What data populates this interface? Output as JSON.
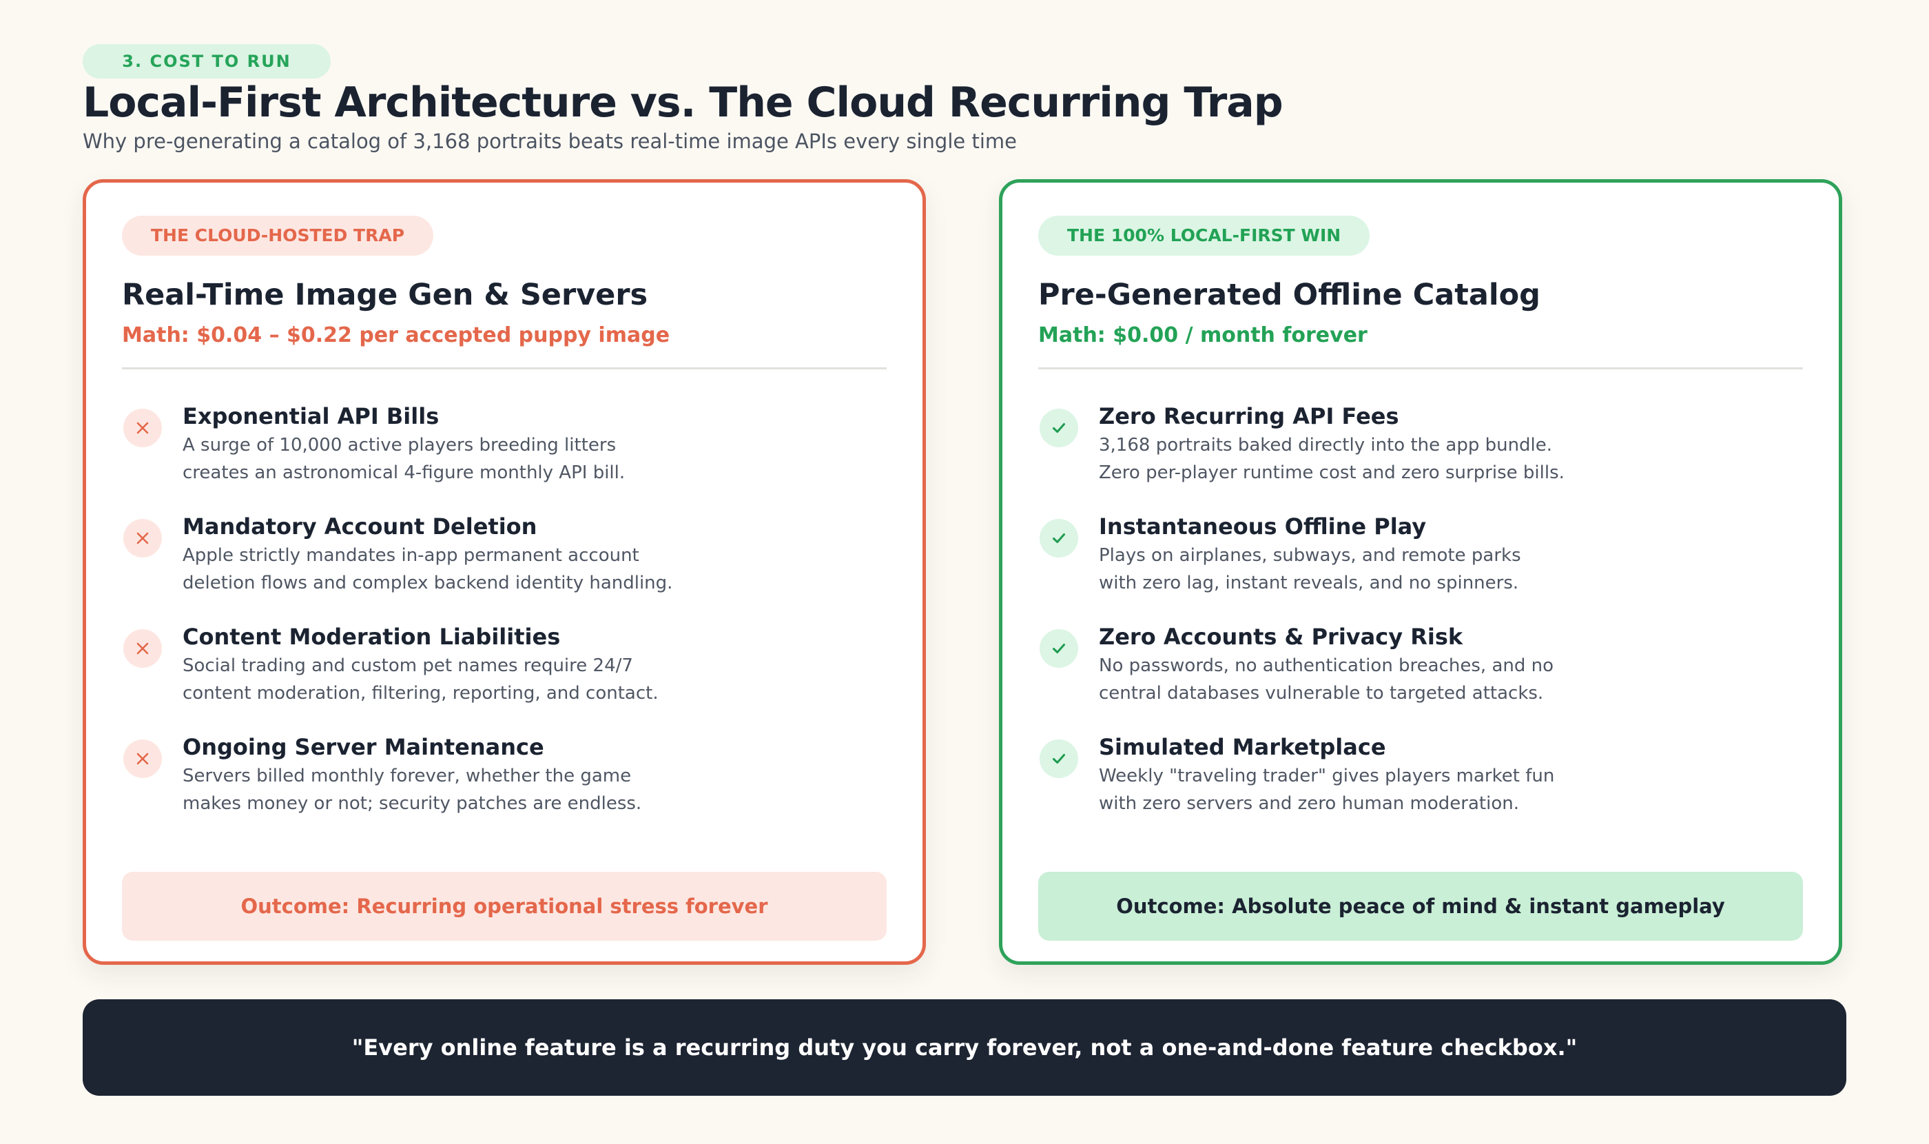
{
  "header": {
    "section_label": "3. COST TO RUN",
    "title": "Local-First Architecture vs. The Cloud Recurring Trap",
    "subtitle": "Why pre-generating a catalog of 3,168 portraits beats real-time image APIs every single time"
  },
  "cloud_card": {
    "tag": "THE CLOUD-HOSTED TRAP",
    "heading": "Real-Time Image Gen & Servers",
    "math": "Math: $0.04 – $0.22 per accepted puppy image",
    "icon": "close-icon",
    "items": [
      {
        "title": "Exponential API Bills",
        "lines": [
          "A surge of 10,000 active players breeding litters",
          "creates an astronomical 4-figure monthly API bill."
        ]
      },
      {
        "title": "Mandatory Account Deletion",
        "lines": [
          "Apple strictly mandates in-app permanent account",
          "deletion flows and complex backend identity handling."
        ]
      },
      {
        "title": "Content Moderation Liabilities",
        "lines": [
          "Social trading and custom pet names require 24/7",
          "content moderation, filtering, reporting, and contact."
        ]
      },
      {
        "title": "Ongoing Server Maintenance",
        "lines": [
          "Servers billed monthly forever, whether the game",
          "makes money or not; security patches are endless."
        ]
      }
    ],
    "outcome": "Outcome: Recurring operational stress forever"
  },
  "local_card": {
    "tag": "THE 100% LOCAL-FIRST WIN",
    "heading": "Pre-Generated Offline Catalog",
    "math": "Math: $0.00 / month forever",
    "icon": "check-icon",
    "items": [
      {
        "title": "Zero Recurring API Fees",
        "lines": [
          "3,168 portraits baked directly into the app bundle.",
          "Zero per-player runtime cost and zero surprise bills."
        ]
      },
      {
        "title": "Instantaneous Offline Play",
        "lines": [
          "Plays on airplanes, subways, and remote parks",
          "with zero lag, instant reveals, and no spinners."
        ]
      },
      {
        "title": "Zero Accounts & Privacy Risk",
        "lines": [
          "No passwords, no authentication breaches, and no",
          "central databases vulnerable to targeted attacks."
        ]
      },
      {
        "title": "Simulated Marketplace",
        "lines": [
          "Weekly \"traveling trader\" gives players market fun",
          "with zero servers and zero human moderation."
        ]
      }
    ],
    "outcome": "Outcome: Absolute peace of mind & instant gameplay"
  },
  "quote": "\"Every online feature is a recurring duty you carry forever, not a one-and-done feature checkbox.\"",
  "colors": {
    "background": "#fcf9f3",
    "trap_accent": "#e4674b",
    "win_accent": "#2ea25a",
    "banner": "#1d2432"
  }
}
